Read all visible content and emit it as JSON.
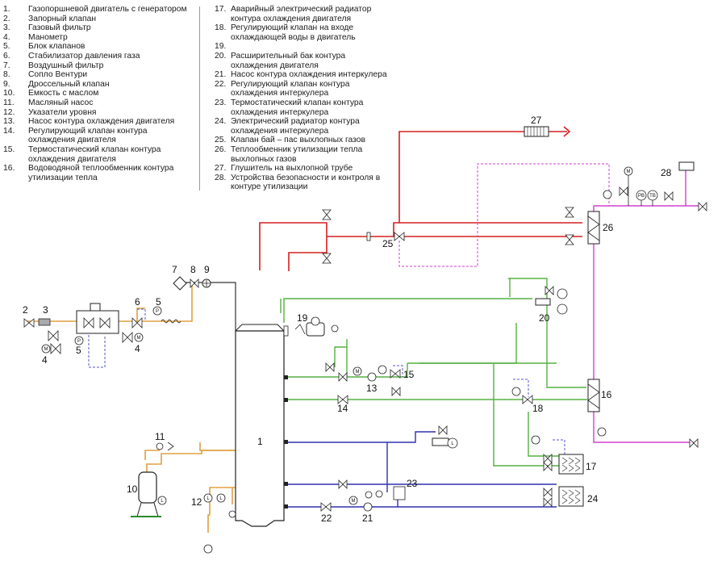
{
  "legend_left": [
    {
      "num": "1.",
      "text": "Газопоршневой двигатель с генератором"
    },
    {
      "num": "2.",
      "text": "Запорный клапан"
    },
    {
      "num": "3.",
      "text": "Газовый фильтр"
    },
    {
      "num": "4.",
      "text": "Манометр"
    },
    {
      "num": "5.",
      "text": "Блок клапанов"
    },
    {
      "num": "6.",
      "text": "Стабилизатор давления газа"
    },
    {
      "num": "7.",
      "text": "Воздушный фильтр"
    },
    {
      "num": "8.",
      "text": "Сопло Вентури"
    },
    {
      "num": "9.",
      "text": "Дроссельный клапан"
    },
    {
      "num": "10.",
      "text": "Емкость с маслом"
    },
    {
      "num": "11.",
      "text": "Масляный насос"
    },
    {
      "num": "12.",
      "text": "Указатели уровня"
    },
    {
      "num": "13.",
      "text": "Насос контура охлаждения двигателя"
    },
    {
      "num": "14.",
      "text": "Регулирующий клапан контура охлаждения двигателя"
    },
    {
      "num": "15.",
      "text": "Термостатический клапан контура охлаждения двигателя"
    },
    {
      "num": "16.",
      "text": "Водоводяной теплообменник контура утилизации тепла"
    }
  ],
  "legend_right": [
    {
      "num": "17.",
      "text": "Аварийный электрический радиатор контура охлаждения двигателя"
    },
    {
      "num": "18.",
      "text": "Регулирующий клапан на входе охлаждающей воды в двигатель"
    },
    {
      "num": "19.",
      "text": ""
    },
    {
      "num": "20.",
      "text": "Расширительный бак контура охлаждения двигателя"
    },
    {
      "num": "21.",
      "text": "Насос контура охлаждения интеркулера"
    },
    {
      "num": "22.",
      "text": "Регулирующий клапан контура охлаждения интеркулера"
    },
    {
      "num": "23.",
      "text": "Термостатический клапан контура охлаждения интеркулера"
    },
    {
      "num": "24.",
      "text": "Электрический радиатор контура охлаждения интеркулера"
    },
    {
      "num": "25.",
      "text": "Клапан бай – пас выхлопных газов"
    },
    {
      "num": "26.",
      "text": "Теплообменник утилизации тепла выхлопных газов"
    },
    {
      "num": "27.",
      "text": "Глушитель на выхлопной трубе"
    },
    {
      "num": "28.",
      "text": "Устройства безопасности и контроля в контуре утилизации"
    }
  ],
  "diagram": {
    "component_labels": {
      "n1": "1",
      "n2": "2",
      "n3": "3",
      "n4a": "4",
      "n4b": "4",
      "n5a": "5",
      "n5b": "5",
      "n6": "6",
      "n7": "7",
      "n8": "8",
      "n9": "9",
      "n10": "10",
      "n11": "11",
      "n12": "12",
      "n13": "13",
      "n14": "14",
      "n15": "15",
      "n16": "16",
      "n17": "17",
      "n18": "18",
      "n19": "19",
      "n20": "20",
      "n21": "21",
      "n22": "22",
      "n23": "23",
      "n24": "24",
      "n25": "25",
      "n26": "26",
      "n27": "27",
      "n28": "28"
    },
    "instrument_labels": {
      "m": "M",
      "p": "P",
      "l": "L",
      "pb": "PB",
      "tb": "TB"
    },
    "line_colors": {
      "gas_air": "#e0a040",
      "exhaust": "#d42020",
      "engine_cooling": "#55b040",
      "intercooler": "#3030b0",
      "heat_recovery": "#d040d0",
      "equipment": "#222222",
      "control_dashed": "#5555cc"
    }
  }
}
